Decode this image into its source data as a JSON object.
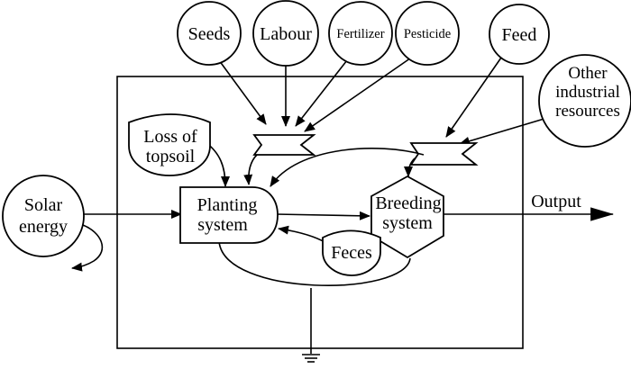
{
  "inputs": {
    "seeds": "Seeds",
    "labour": "Labour",
    "fertilizer": "Fertilizer",
    "pesticide": "Pesticide",
    "feed": "Feed",
    "other_line1": "Other",
    "other_line2": "industrial",
    "other_line3": "resources",
    "solar_line1": "Solar",
    "solar_line2": "energy"
  },
  "components": {
    "loss_line1": "Loss of",
    "loss_line2": "topsoil",
    "planting_line1": "Planting",
    "planting_line2": "system",
    "breeding_line1": "Breeding",
    "breeding_line2": "system",
    "feces": "Feces"
  },
  "outputs": {
    "output": "Output"
  }
}
